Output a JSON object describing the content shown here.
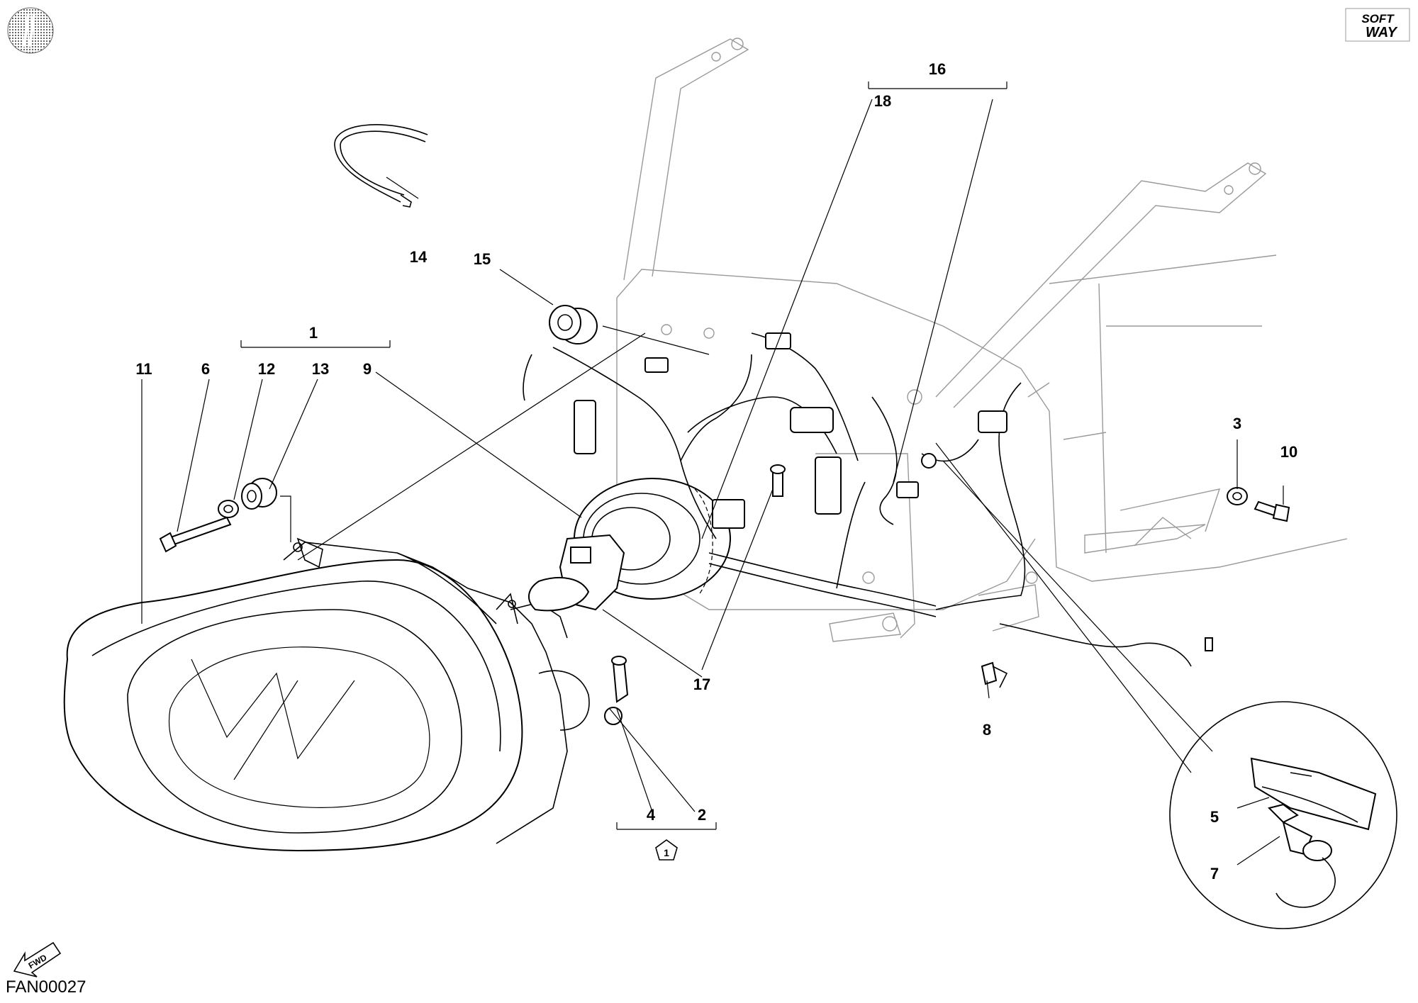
{
  "logo_text": [
    "SOFT",
    "WAY"
  ],
  "diagram_code": "FAN00027",
  "fwd_label": "FWD",
  "group_symbol": "1",
  "callouts": {
    "c1": "1",
    "c2": "2",
    "c3": "3",
    "c4": "4",
    "c5": "5",
    "c6": "6",
    "c7": "7",
    "c8": "8",
    "c9": "9",
    "c10": "10",
    "c11": "11",
    "c12": "12",
    "c13": "13",
    "c14": "14",
    "c15": "15",
    "c16": "16",
    "c17": "17",
    "c18": "18"
  },
  "colors": {
    "line": "#000000",
    "frame_line": "#999999",
    "background": "#ffffff"
  }
}
